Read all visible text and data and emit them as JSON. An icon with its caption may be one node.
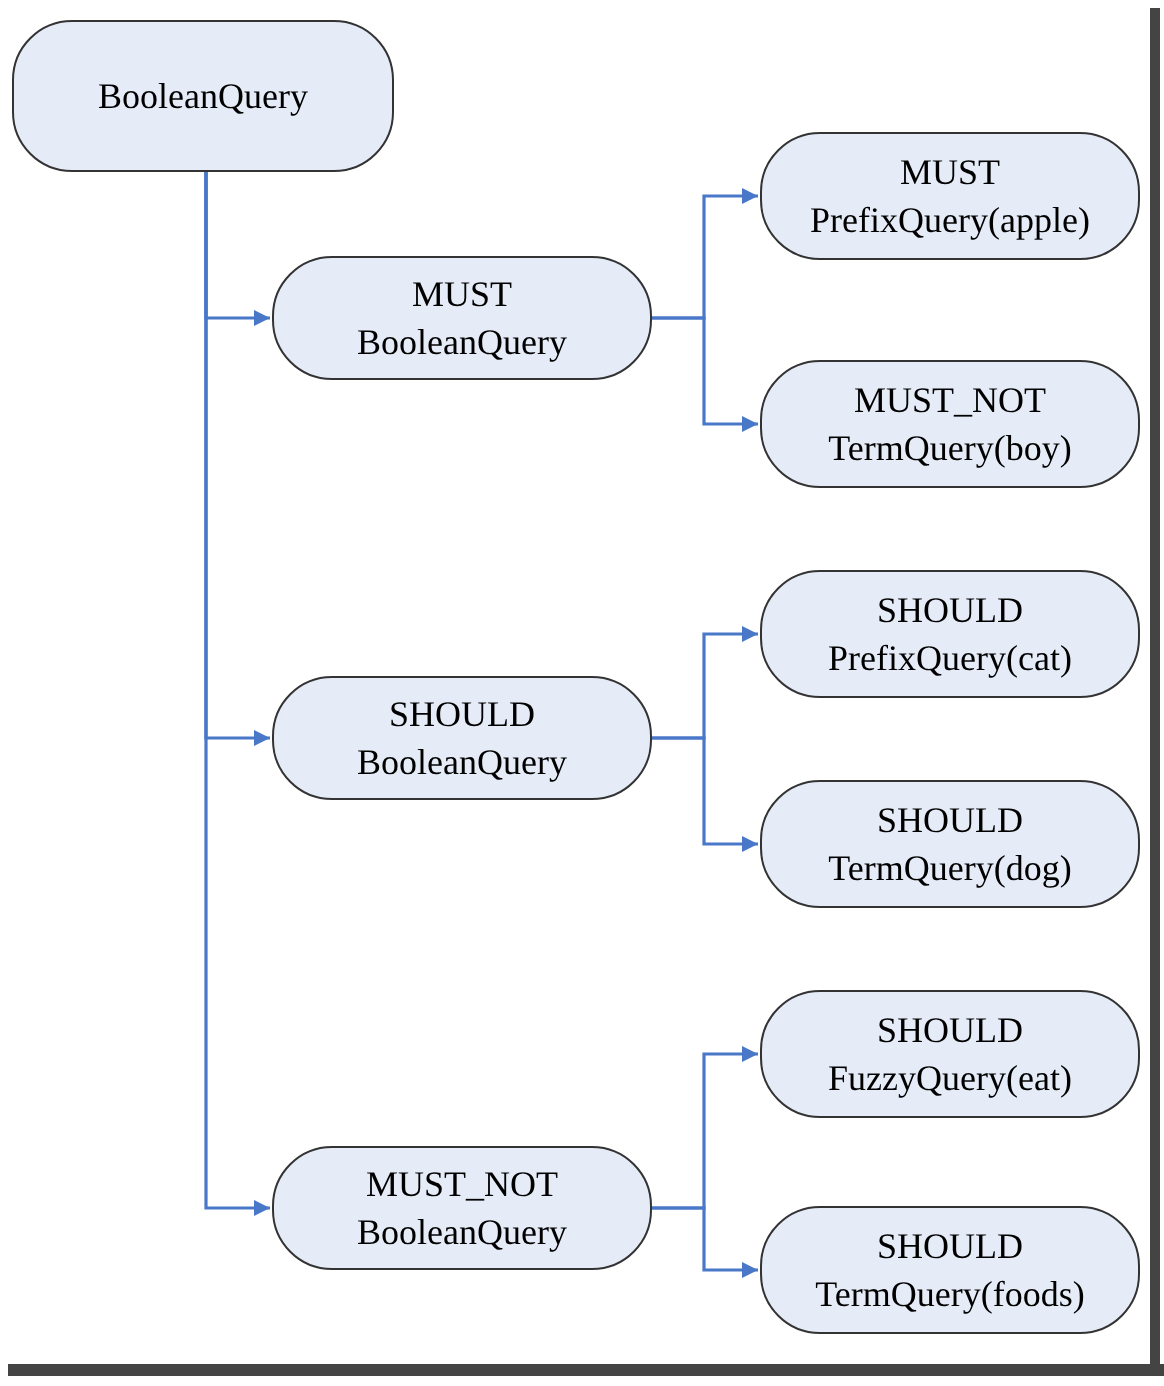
{
  "diagram": {
    "nodes": [
      {
        "text": [
          "BooleanQuery"
        ]
      },
      {
        "text": [
          "MUST",
          "BooleanQuery"
        ]
      },
      {
        "text": [
          "MUST",
          "PrefixQuery(apple)"
        ]
      },
      {
        "text": [
          "MUST_NOT",
          "TermQuery(boy)"
        ]
      },
      {
        "text": [
          "SHOULD",
          "BooleanQuery"
        ]
      },
      {
        "text": [
          "SHOULD",
          "PrefixQuery(cat)"
        ]
      },
      {
        "text": [
          "SHOULD",
          "TermQuery(dog)"
        ]
      },
      {
        "text": [
          "MUST_NOT",
          "BooleanQuery"
        ]
      },
      {
        "text": [
          "SHOULD",
          "FuzzyQuery(eat)"
        ]
      },
      {
        "text": [
          "SHOULD",
          "TermQuery(foods)"
        ]
      }
    ],
    "edges": [
      {
        "from": 0,
        "to": 1,
        "arrow": "to"
      },
      {
        "from": 1,
        "to": 2,
        "arrow": "to"
      },
      {
        "from": 1,
        "to": 3,
        "arrow": "to"
      },
      {
        "from": 0,
        "to": 4,
        "arrow": "to"
      },
      {
        "from": 4,
        "to": 5,
        "arrow": "to"
      },
      {
        "from": 4,
        "to": 6,
        "arrow": "to"
      },
      {
        "from": 0,
        "to": 7,
        "arrow": "to"
      },
      {
        "from": 7,
        "to": 8,
        "arrow": "to"
      },
      {
        "from": 7,
        "to": 9,
        "arrow": "to"
      }
    ]
  }
}
